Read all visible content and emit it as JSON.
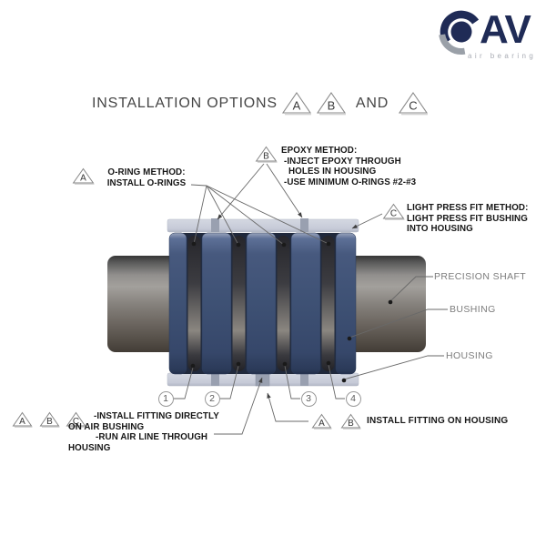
{
  "logo": {
    "brand": "AV",
    "tagline": "air bearing"
  },
  "title": {
    "prefix": "INSTALLATION OPTIONS",
    "and_word": "AND",
    "options": [
      "A",
      "B",
      "C"
    ]
  },
  "callouts": {
    "oring": {
      "tag": "A",
      "lines": [
        "O-RING METHOD:",
        "INSTALL O-RINGS"
      ]
    },
    "epoxy": {
      "tag": "B",
      "lines": [
        "EPOXY METHOD:",
        "-INJECT EPOXY THROUGH",
        "HOLES IN HOUSING",
        "-USE MINIMUM O-RINGS #2-#3"
      ]
    },
    "press_fit": {
      "tag": "C",
      "lines": [
        "LIGHT PRESS FIT METHOD:",
        "LIGHT PRESS FIT BUSHING",
        "INTO HOUSING"
      ]
    },
    "bottom_left": {
      "tags": [
        "A",
        "B",
        "C"
      ],
      "lines": [
        "-INSTALL FITTING DIRECTLY",
        "ON AIR BUSHING",
        "-RUN AIR LINE THROUGH",
        "HOUSING"
      ]
    },
    "bottom_right": {
      "tags": [
        "A",
        "B"
      ],
      "label": "INSTALL FITTING ON HOUSING"
    }
  },
  "part_labels": {
    "precision_shaft": "PRECISION SHAFT",
    "bushing": "BUSHING",
    "housing": "HOUSING"
  },
  "oring_positions": [
    "1",
    "2",
    "3",
    "4"
  ],
  "colors": {
    "brand_navy": "#1f2b56",
    "logo_gray": "#9aa0a8",
    "bushing_blue": "#3e5174",
    "oring_dark": "#2e2e33",
    "housing_gray": "#c9cdd9",
    "shaft_gray": "#7a756f",
    "leader_line": "#696969",
    "text_dark": "#161616",
    "label_gray": "#7c7c7c"
  }
}
